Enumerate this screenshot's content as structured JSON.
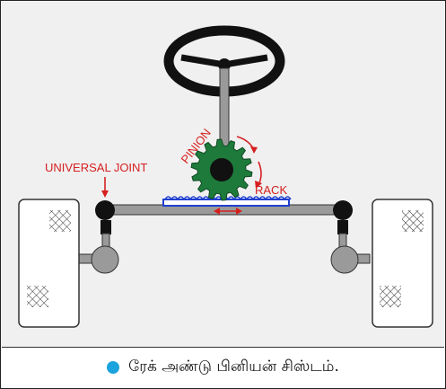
{
  "labels": {
    "universal_joint": "UNIVERSAL JOINT",
    "pinion": "PINION",
    "rack": "RACK"
  },
  "caption": "ரேக் அண்டு பினியன் சிஸ்டம்.",
  "colors": {
    "background": "#f0f0f0",
    "gear": "#1e7a3a",
    "rack": "#1f3fd0",
    "label_red": "#d62020",
    "bullet": "#1aa3dd",
    "wheel_fill": "#ffffff",
    "axle": "#9a9a9a"
  }
}
